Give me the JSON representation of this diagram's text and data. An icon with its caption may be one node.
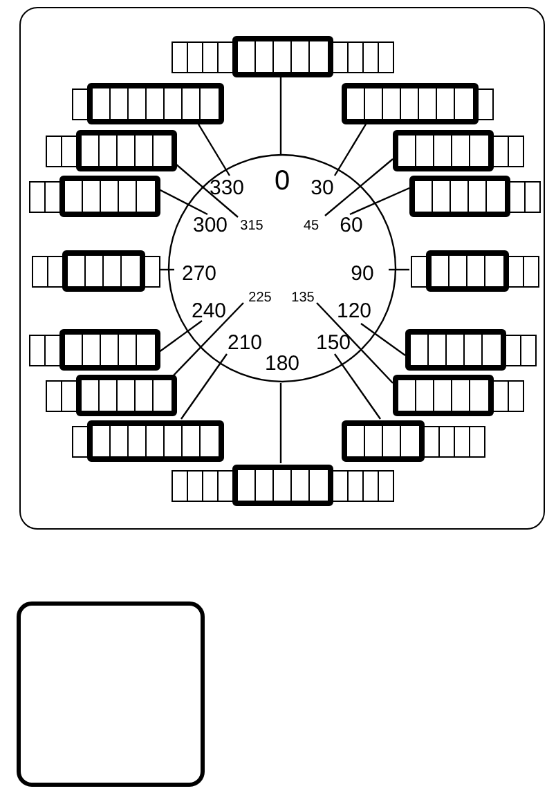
{
  "diagram": {
    "nodes": [
      {
        "text": [],
        "shape": "box"
      },
      {
        "text": [],
        "shape": "circle",
        "in": 0
      },
      {
        "text": [
          "0"
        ],
        "in": 1
      },
      {
        "text": [],
        "shape": "bar",
        "in": 0
      },
      {
        "text": [
          "330"
        ],
        "in": 1
      },
      {
        "text": [],
        "shape": "bar",
        "in": 0
      },
      {
        "text": [
          "30"
        ],
        "in": 1
      },
      {
        "text": [],
        "shape": "bar",
        "in": 0
      },
      {
        "text": [
          "315"
        ],
        "in": 1
      },
      {
        "text": [],
        "shape": "bar",
        "in": 0
      },
      {
        "text": [
          "45"
        ],
        "in": 1
      },
      {
        "text": [],
        "shape": "bar",
        "in": 0
      },
      {
        "text": [
          "300"
        ],
        "in": 1
      },
      {
        "text": [],
        "shape": "bar",
        "in": 0
      },
      {
        "text": [
          "60"
        ],
        "in": 1
      },
      {
        "text": [],
        "shape": "bar",
        "in": 0
      },
      {
        "text": [
          "270"
        ],
        "in": 1
      },
      {
        "text": [],
        "shape": "bar",
        "in": 0
      },
      {
        "text": [
          "90"
        ],
        "in": 1
      },
      {
        "text": [],
        "shape": "bar",
        "in": 0
      },
      {
        "text": [
          "240"
        ],
        "in": 1
      },
      {
        "text": [],
        "shape": "bar",
        "in": 0
      },
      {
        "text": [
          "120"
        ],
        "in": 1
      },
      {
        "text": [],
        "shape": "bar",
        "in": 0
      },
      {
        "text": [
          "225"
        ],
        "in": 1
      },
      {
        "text": [],
        "shape": "bar",
        "in": 0
      },
      {
        "text": [
          "135"
        ],
        "in": 1
      },
      {
        "text": [],
        "shape": "bar",
        "in": 0
      },
      {
        "text": [
          "210"
        ],
        "in": 1
      },
      {
        "text": [],
        "shape": "bar",
        "in": 0
      },
      {
        "text": [
          "150"
        ],
        "in": 1
      },
      {
        "text": [],
        "shape": "bar",
        "in": 0
      },
      {
        "text": [
          "180"
        ],
        "in": 1
      },
      {
        "text": [],
        "shape": "bar",
        "in": 0
      },
      {
        "text": [],
        "shape": "box"
      }
    ],
    "edges": [
      {
        "from": 2,
        "to": 3,
        "arrow": "none"
      },
      {
        "from": 4,
        "to": 5,
        "arrow": "none"
      },
      {
        "from": 6,
        "to": 7,
        "arrow": "none"
      },
      {
        "from": 8,
        "to": 9,
        "arrow": "none"
      },
      {
        "from": 10,
        "to": 11,
        "arrow": "none"
      },
      {
        "from": 12,
        "to": 13,
        "arrow": "none"
      },
      {
        "from": 14,
        "to": 15,
        "arrow": "none"
      },
      {
        "from": 16,
        "to": 17,
        "arrow": "none"
      },
      {
        "from": 18,
        "to": 19,
        "arrow": "none"
      },
      {
        "from": 20,
        "to": 21,
        "arrow": "none"
      },
      {
        "from": 22,
        "to": 23,
        "arrow": "none"
      },
      {
        "from": 24,
        "to": 25,
        "arrow": "none"
      },
      {
        "from": 26,
        "to": 27,
        "arrow": "none"
      },
      {
        "from": 28,
        "to": 29,
        "arrow": "none"
      },
      {
        "from": 30,
        "to": 31,
        "arrow": "none"
      },
      {
        "from": 32,
        "to": 33,
        "arrow": "none"
      }
    ]
  }
}
